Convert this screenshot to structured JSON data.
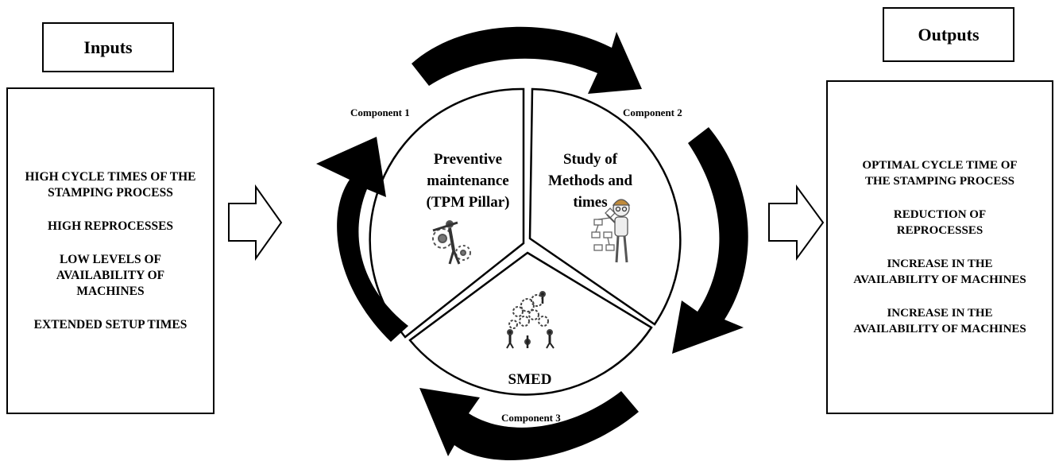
{
  "inputs": {
    "title": "Inputs",
    "items": [
      "HIGH CYCLE TIMES OF THE\nSTAMPING PROCESS",
      "HIGH REPROCESSES",
      "LOW LEVELS OF\nAVAILABILITY OF\nMACHINES",
      "EXTENDED SETUP TIMES"
    ]
  },
  "outputs": {
    "title": "Outputs",
    "items": [
      "OPTIMAL CYCLE TIME OF\nTHE STAMPING PROCESS",
      "REDUCTION OF\nREPROCESSES",
      "INCREASE IN THE\nAVAILABILITY OF MACHINES",
      "INCREASE IN THE\nAVAILABILITY OF MACHINES"
    ]
  },
  "cycle": {
    "component_labels": [
      "Component 1",
      "Component 2",
      "Component 3"
    ],
    "segments": [
      {
        "lines": [
          "Preventive",
          "maintenance",
          "(TPM Pillar)"
        ],
        "icon": "gears-tool-person-icon"
      },
      {
        "lines": [
          "Study of",
          "Methods and",
          "times"
        ],
        "icon": "engineer-flowchart-icon"
      },
      {
        "lines": [
          "SMED"
        ],
        "icon": "teamwork-gears-icon"
      }
    ]
  },
  "colors": {
    "stroke": "#000000",
    "background": "#ffffff",
    "icon": "#555555"
  }
}
